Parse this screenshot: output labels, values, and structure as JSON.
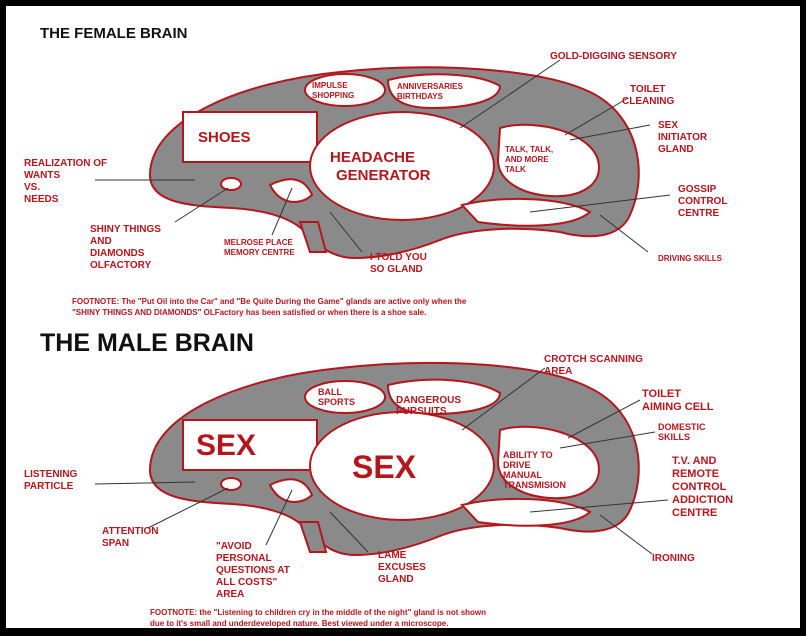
{
  "female": {
    "title": "THE FEMALE BRAIN",
    "regions": {
      "shoes": "SHOES",
      "impulse": [
        "IMPULSE",
        "SHOPPING"
      ],
      "anniversaries": [
        "ANNIVERSARIES",
        "BIRTHDAYS"
      ],
      "headache": [
        "HEADACHE",
        "GENERATOR"
      ],
      "talk": [
        "TALK, TALK,",
        "AND MORE",
        "TALK"
      ]
    },
    "callouts": {
      "gold": "GOLD-DIGGING SENSORY",
      "toilet": [
        "TOILET",
        "CLEANING"
      ],
      "sex_gland": [
        "SEX",
        "INITIATOR",
        "GLAND"
      ],
      "realization": [
        "REALIZATION OF",
        "WANTS",
        "VS.",
        "NEEDS"
      ],
      "gossip": [
        "GOSSIP",
        "CONTROL",
        "CENTRE"
      ],
      "shiny": [
        "SHINY THINGS",
        "AND",
        "DIAMONDS",
        "OLFACTORY"
      ],
      "melrose": [
        "MELROSE PLACE",
        "MEMORY CENTRE"
      ],
      "told": [
        "I TOLD YOU",
        "SO GLAND"
      ],
      "driving": "DRIVING SKILLS"
    },
    "footnote": [
      "FOOTNOTE:  The \"Put Oil into the Car\" and \"Be Quite During the Game\" glands are active only when the",
      "\"SHINY THINGS AND DIAMONDS\" OLFactory has been satisfied or when there is a shoe sale."
    ]
  },
  "male": {
    "title": "THE MALE BRAIN",
    "regions": {
      "sex_box": "SEX",
      "sex_circle": "SEX",
      "ball": [
        "BALL",
        "SPORTS"
      ],
      "dangerous": [
        "DANGEROUS",
        "PURSUITS"
      ],
      "ability": [
        "ABILITY TO",
        "DRIVE",
        "MANUAL",
        "TRANSMISION"
      ]
    },
    "callouts": {
      "crotch": [
        "CROTCH SCANNING",
        "AREA"
      ],
      "toilet": [
        "TOILET",
        "AIMING CELL"
      ],
      "domestic": [
        "DOMESTIC",
        "SKILLS"
      ],
      "listening": [
        "LISTENING",
        "PARTICLE"
      ],
      "tv": [
        "T.V. AND",
        "REMOTE",
        "CONTROL",
        "ADDICTION",
        "CENTRE"
      ],
      "attention": [
        "ATTENTION",
        "SPAN"
      ],
      "avoid": [
        "\"AVOID",
        "PERSONAL",
        "QUESTIONS AT",
        "ALL COSTS\"",
        "AREA"
      ],
      "lame": [
        "LAME",
        "EXCUSES",
        "GLAND"
      ],
      "ironing": "IRONING"
    },
    "footnote": [
      "FOOTNOTE: the \"Listening to children cry in the middle of the night\" gland is not shown",
      "due to it's small and underdeveloped nature.  Best viewed under a microscope."
    ]
  },
  "colors": {
    "brain_fill": "#8a8a8a",
    "outline": "#b5161b",
    "text": "#b5161b",
    "title": "#111111"
  }
}
